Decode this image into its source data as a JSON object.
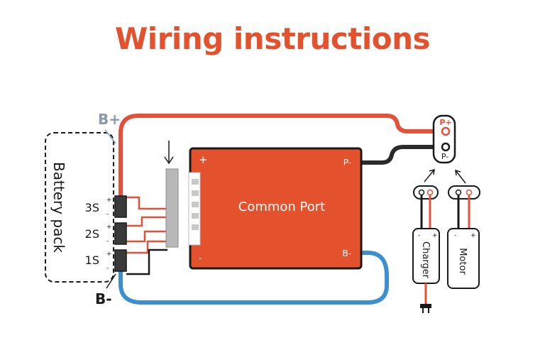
{
  "title": "Wiring instructions",
  "colors": {
    "title": "#e4512d",
    "board": "#e4512d",
    "positive_wire": "#e4503a",
    "negative_wire": "#2b2b2b",
    "return_wire": "#3d8fd2",
    "battery_cell": "#3a3a3a"
  },
  "battery": {
    "pack_label": "Battery pack",
    "b_plus": "B+",
    "b_minus": "B-",
    "cells": [
      {
        "label": "3S",
        "plus": "+",
        "minus": "-"
      },
      {
        "label": "2S",
        "plus": "+",
        "minus": "-"
      },
      {
        "label": "1S",
        "plus": "+",
        "minus": "-"
      }
    ]
  },
  "board": {
    "label": "Common Port",
    "plus": "+",
    "minus": "-",
    "p_minus": "P-",
    "b_minus": "B-"
  },
  "output_port": {
    "p_plus": "P+",
    "p_minus": "P-"
  },
  "charger": {
    "label": "Charger",
    "minus": "-",
    "plus": "+"
  },
  "motor": {
    "label": "Motor",
    "minus": "-",
    "plus": "+"
  }
}
